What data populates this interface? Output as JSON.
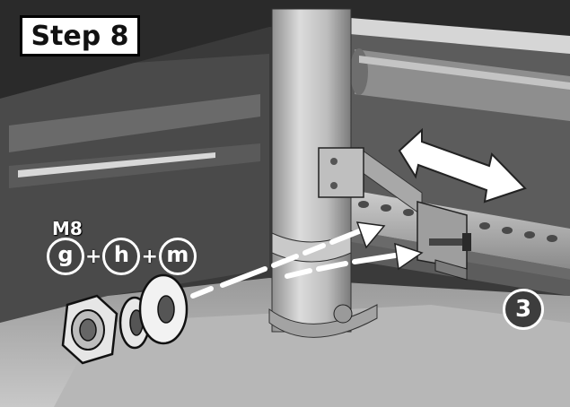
{
  "step": {
    "label": "Step 8"
  },
  "fastener": {
    "size": "M8",
    "parts": [
      {
        "letter": "g"
      },
      {
        "letter": "h"
      },
      {
        "letter": "m"
      }
    ],
    "separator": "+"
  },
  "callout": {
    "number": "3"
  },
  "icons": [
    "double-arrow-icon",
    "dashed-arrow-icon",
    "nut-icon",
    "lock-washer-icon",
    "flat-washer-icon",
    "bolt-icon"
  ]
}
